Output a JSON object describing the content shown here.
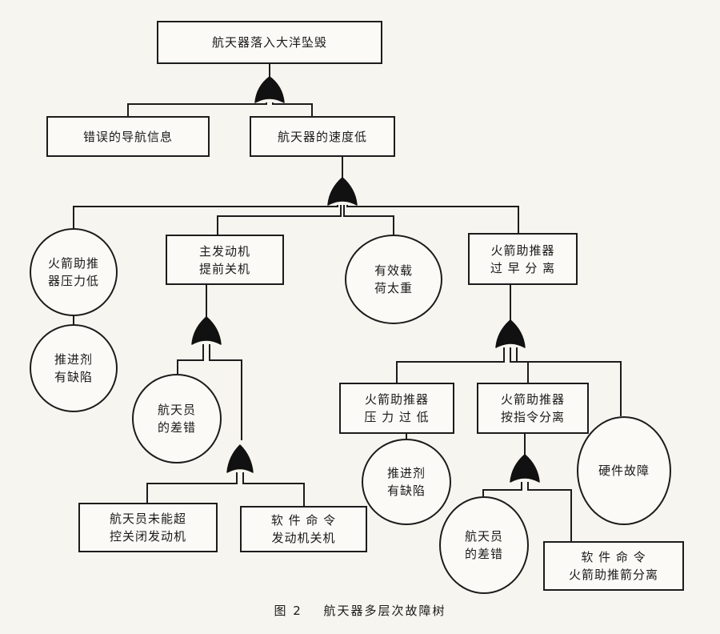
{
  "tree": {
    "top_event": "航天器落入大洋坠毁",
    "wrong_nav_info": "错误的导航信息",
    "low_speed": "航天器的速度低",
    "booster_low_pressure": [
      "火箭助推",
      "器压力低"
    ],
    "propellant_defect_1": [
      "推进剂",
      "有缺陷"
    ],
    "main_engine_early_cutoff": [
      "主发动机",
      "提前关机"
    ],
    "payload_too_heavy": [
      "有效载",
      "荷太重"
    ],
    "booster_early_separation": [
      "火箭助推器",
      "过 早 分 离"
    ],
    "astronaut_error_1": [
      "航天员",
      "的差错"
    ],
    "astronaut_no_override": [
      "航天员未能超",
      "控关闭发动机"
    ],
    "software_engine_cutoff": [
      "软 件 命 令",
      "发动机关机"
    ],
    "booster_pressure_low_2": [
      "火箭助推器",
      "压 力 过 低"
    ],
    "booster_separation_cmd": [
      "火箭助推器",
      "按指令分离"
    ],
    "hardware_fault": "硬件故障",
    "propellant_defect_2": [
      "推进剂",
      "有缺陷"
    ],
    "astronaut_error_2": [
      "航天员",
      "的差错"
    ],
    "software_booster_separation": [
      "软  件  命  令",
      "火箭助推箭分离"
    ]
  },
  "caption": {
    "figure_no": "图 2",
    "title": "航天器多层次故障树"
  }
}
